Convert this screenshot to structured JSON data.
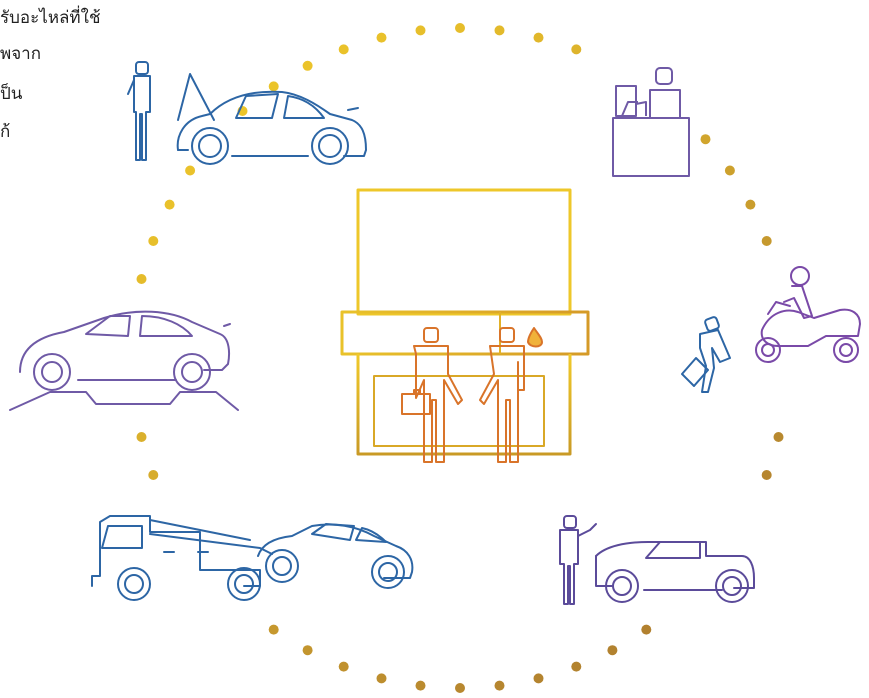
{
  "caption": {
    "lines": [
      "รับอะไหล่ที่ใช้",
      "พจาก",
      "ป็น",
      "ก้"
    ]
  },
  "colors": {
    "gold": "#e9c22a",
    "amber": "#d9a021",
    "brown": "#ad7b2e",
    "orange": "#d9742a",
    "blue": "#2d66a5",
    "purple": "#6f5aa6",
    "violet": "#5b4b9a",
    "teal": "#2f86a8"
  },
  "scenes": [
    {
      "name": "car-hood-open",
      "icon": "mechanic-inspecting-car-icon"
    },
    {
      "name": "service-desk",
      "icon": "service-agent-desk-icon"
    },
    {
      "name": "motorbike-courier",
      "icon": "courier-and-scooter-icon"
    },
    {
      "name": "pickup-inspection",
      "icon": "inspector-pickup-icon"
    },
    {
      "name": "tow-truck",
      "icon": "tow-truck-car-icon"
    },
    {
      "name": "car-on-ramp",
      "icon": "car-on-lift-icon"
    },
    {
      "name": "shop-handshake",
      "icon": "shop-partners-icon"
    }
  ]
}
